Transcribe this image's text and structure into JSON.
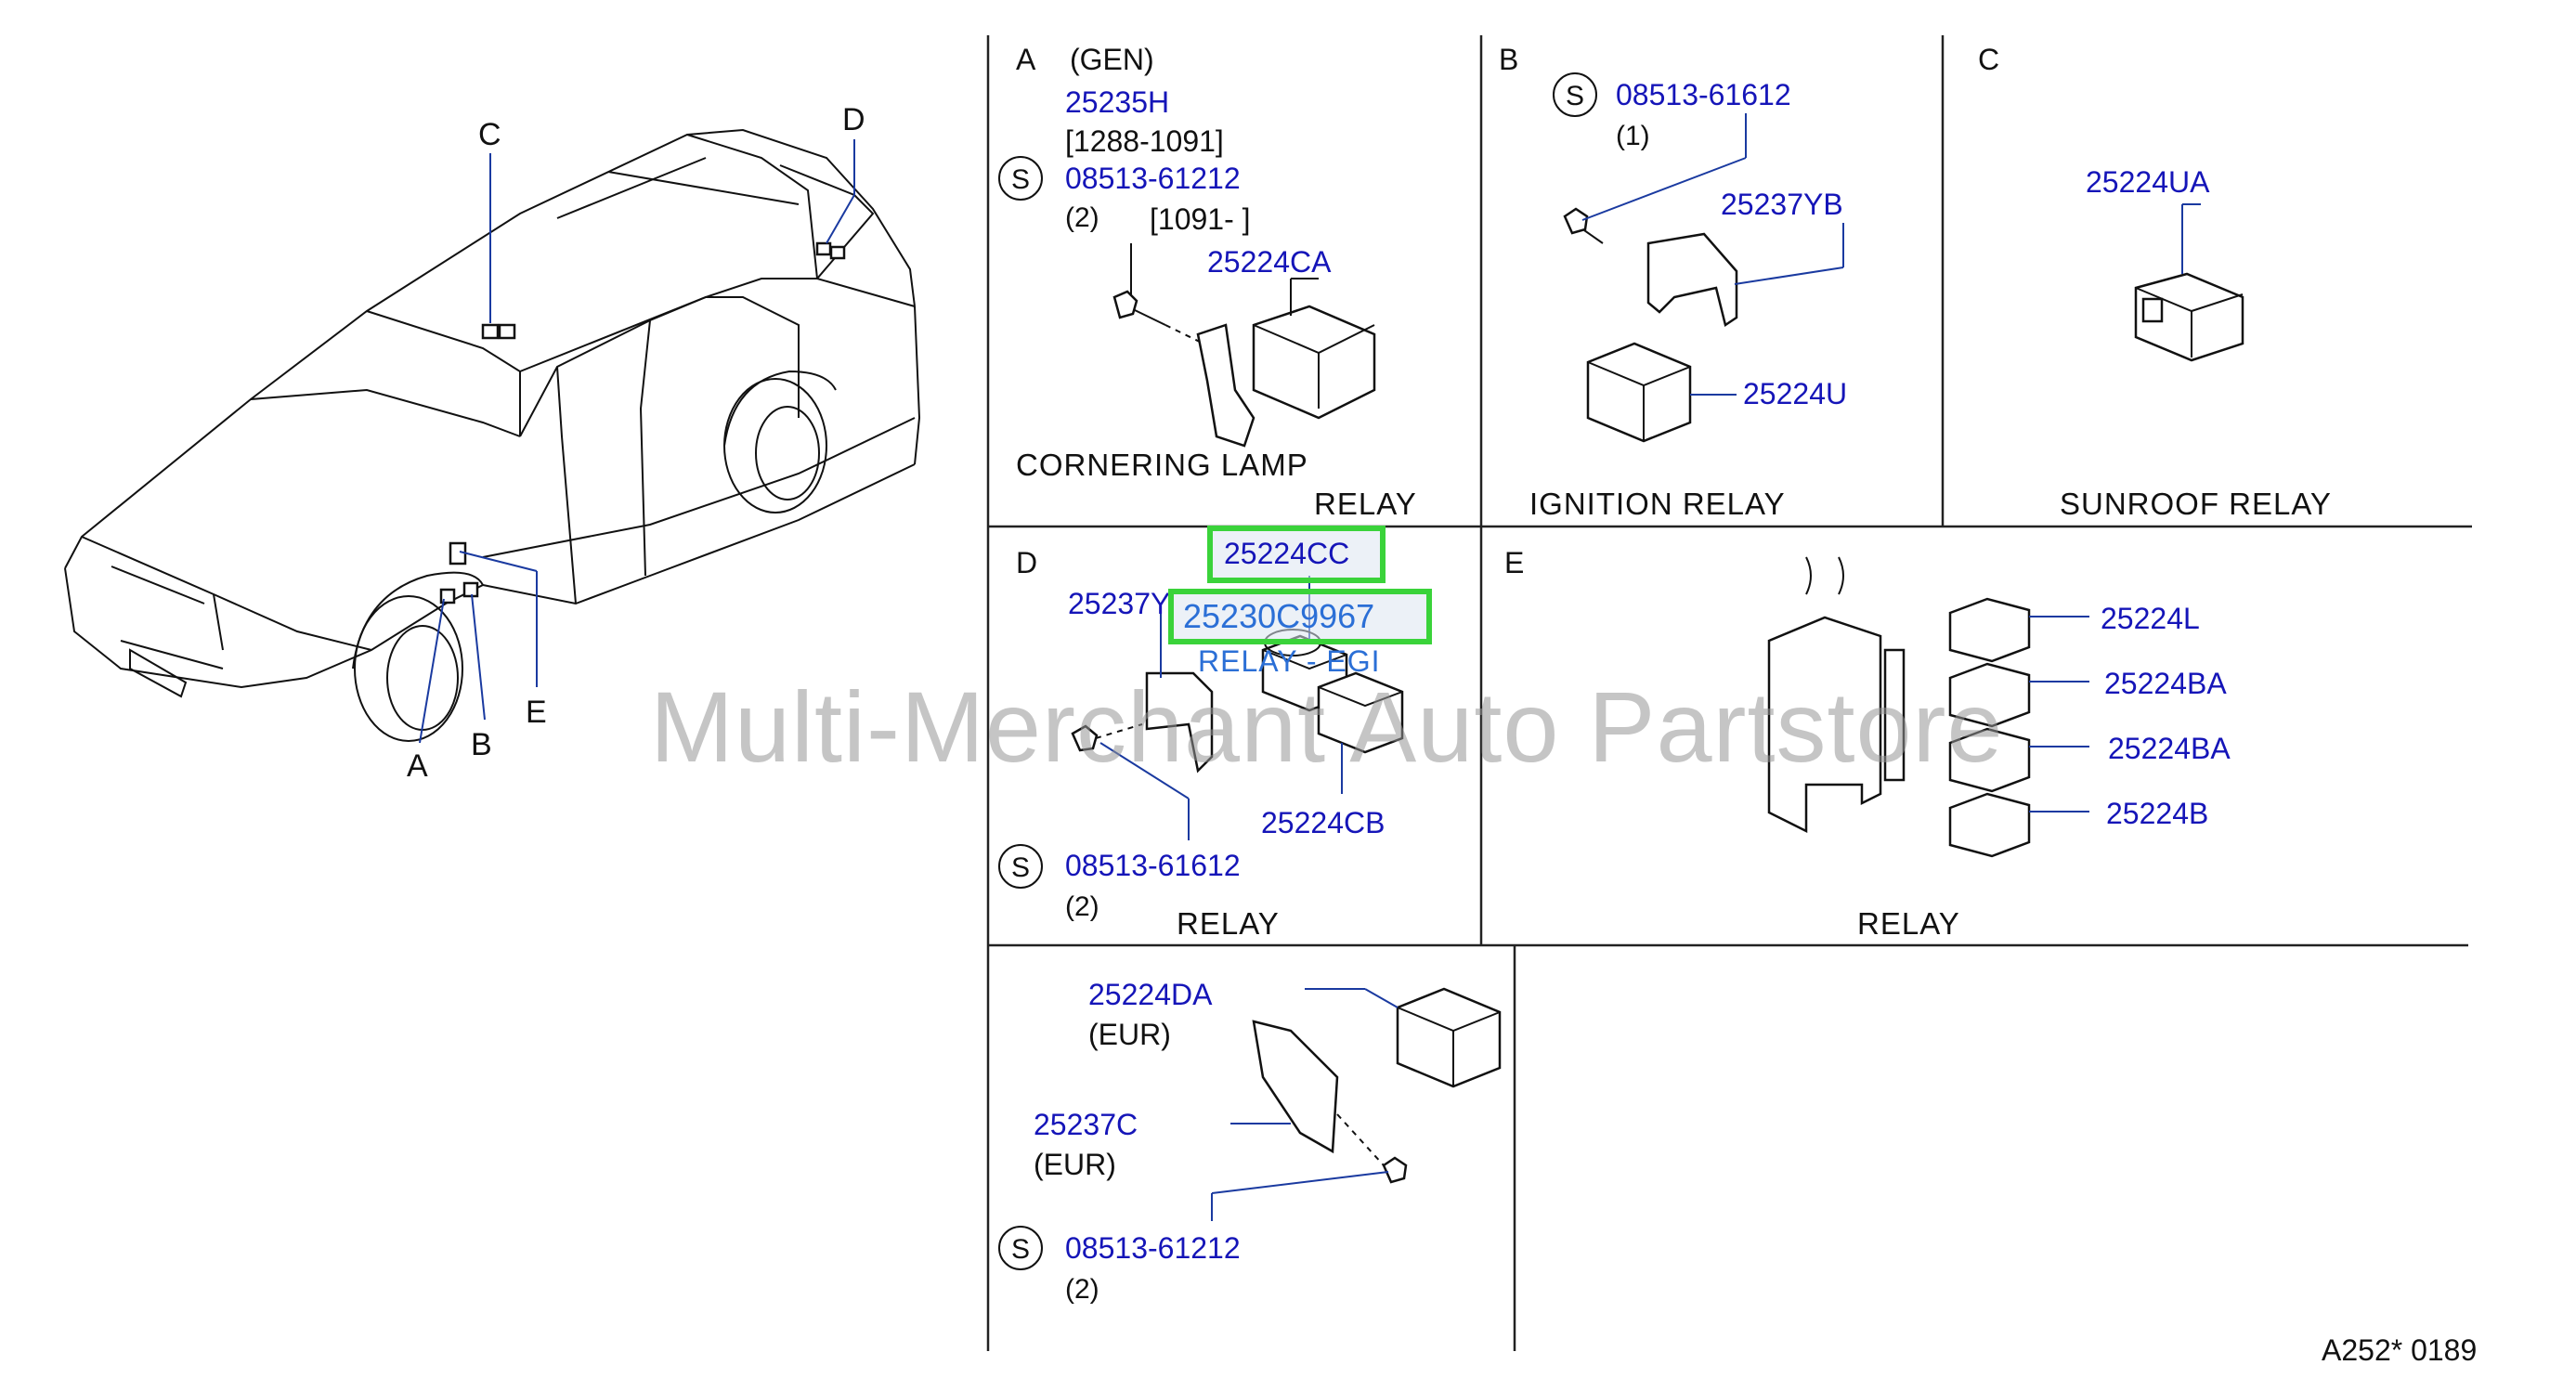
{
  "watermark": "Multi-Merchant Auto Partstore",
  "reference": "A252*  0189",
  "car": {
    "callouts": [
      "A",
      "B",
      "C",
      "D",
      "E"
    ]
  },
  "panels": {
    "a": {
      "letter": "A",
      "note": "(GEN)",
      "part_main": "25235H",
      "range": "[1288-1091]",
      "screw_symbol": "S",
      "screw_part": "08513-61212",
      "screw_qty": "(2)",
      "range2": "[1091-          ]",
      "relay_part": "25224CA",
      "title_line1": "CORNERING  LAMP",
      "title_line2": "RELAY"
    },
    "b": {
      "letter": "B",
      "screw_symbol": "S",
      "screw_part": "08513-61612",
      "screw_qty": "(1)",
      "bracket_part": "25237YB",
      "relay_part": "25224U",
      "title": "IGNITION  RELAY"
    },
    "c": {
      "letter": "C",
      "relay_part": "25224UA",
      "title": "SUNROOF  RELAY"
    },
    "d": {
      "letter": "D",
      "highlight_part": "25224CC",
      "bracket_part": "25237Y",
      "highlight_part2": "25230C9967",
      "note": "RELAY - EGI",
      "relay_part": "25224CB",
      "screw_symbol": "S",
      "screw_part": "08513-61612",
      "screw_qty": "(2)",
      "title": "RELAY"
    },
    "e": {
      "letter": "E",
      "parts": [
        "25224L",
        "25224BA",
        "25224BA",
        "25224B"
      ],
      "title": "RELAY"
    },
    "f": {
      "relay_part": "25224DA",
      "relay_note": "(EUR)",
      "bracket_part": "25237C",
      "bracket_note": "(EUR)",
      "screw_symbol": "S",
      "screw_part": "08513-61212",
      "screw_qty": "(2)"
    }
  },
  "colors": {
    "part_number": "#1515b8",
    "highlight": "#3ad33a",
    "note_blue": "#2b6fd6"
  }
}
